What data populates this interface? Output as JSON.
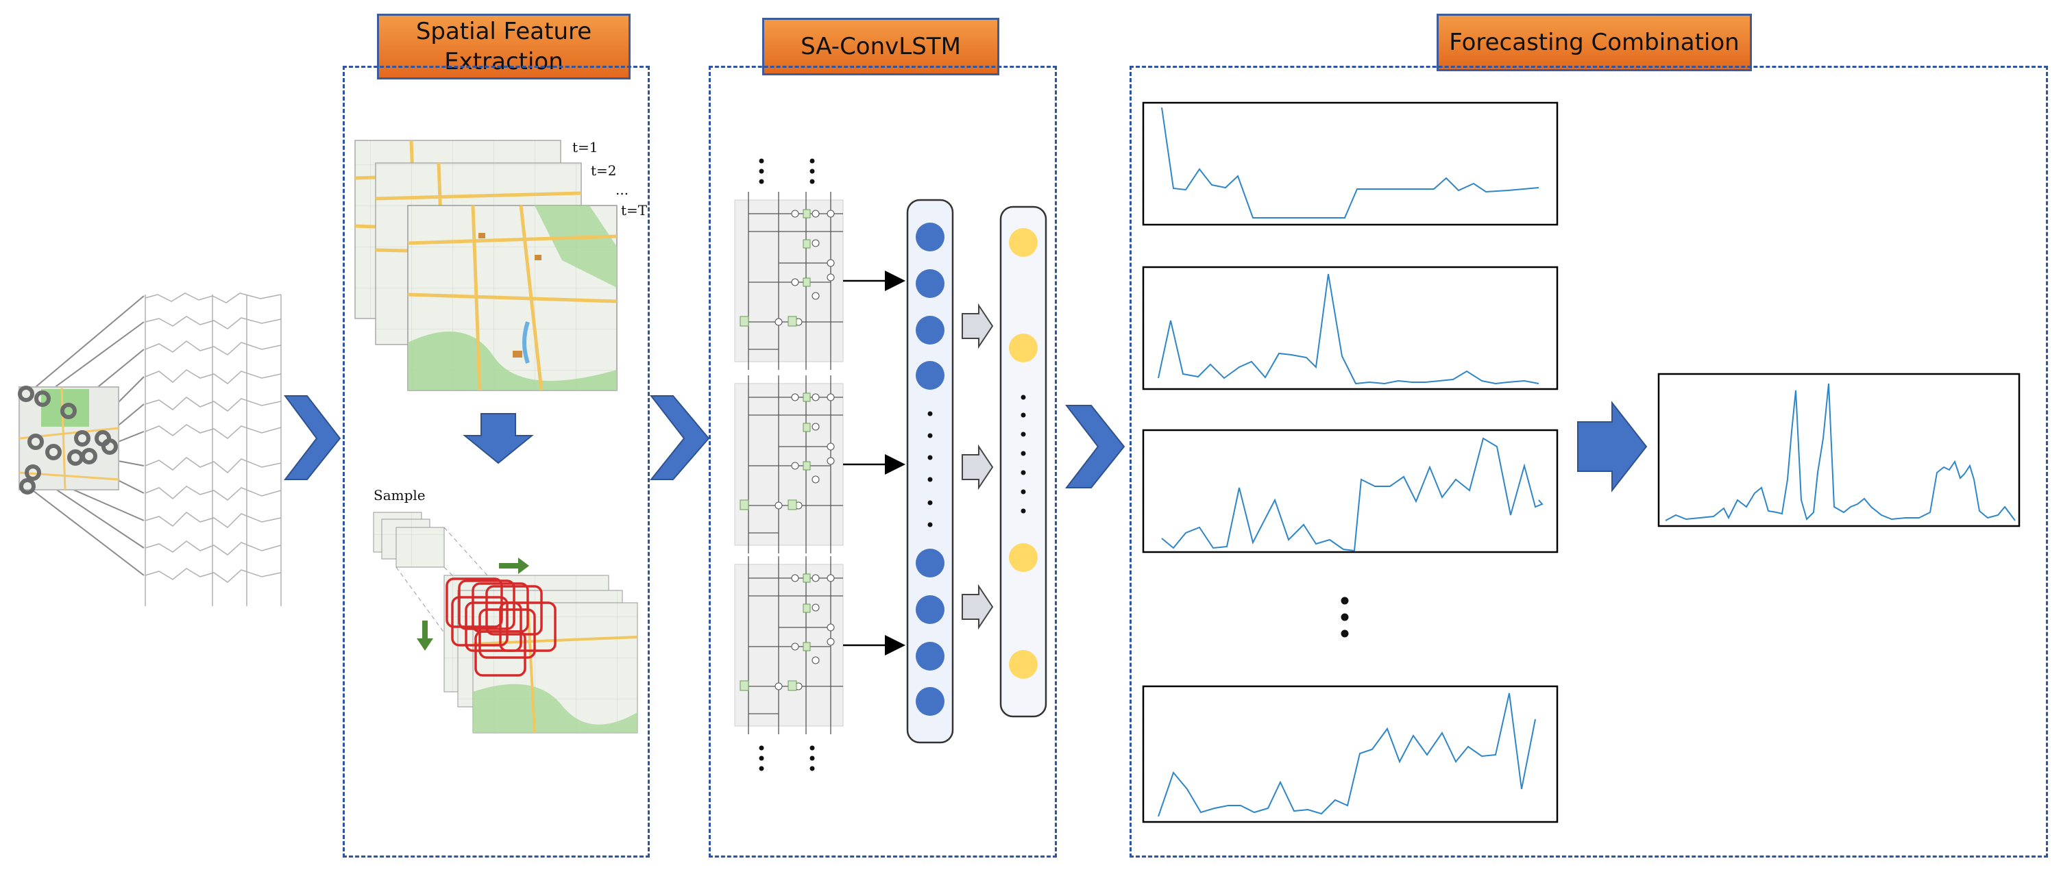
{
  "panels": {
    "spatial": {
      "title_line1": "Spatial Feature",
      "title_line2": "Extraction"
    },
    "sa_convlstm": {
      "title": "SA-ConvLSTM"
    },
    "forecasting": {
      "title": "Forecasting Combination"
    }
  },
  "map_stack": {
    "time_labels": [
      "t=1",
      "t=2",
      "...",
      "t=T"
    ]
  },
  "sample_label": "Sample",
  "colors": {
    "title_fill": "#e8782a",
    "title_border": "#3e5b9a",
    "panel_dash": "#2f55a0",
    "chevron": "#4472c4",
    "series_line": "#2e86c8",
    "node_blue": "#4472c4",
    "node_yellow": "#ffd966",
    "window_red": "#d62a2a",
    "shift_arrow_green": "#4e8a36"
  },
  "icons": [
    "chevron-right-icon",
    "down-arrow-icon",
    "gray-right-arrow-icon",
    "block-right-arrow-icon"
  ]
}
